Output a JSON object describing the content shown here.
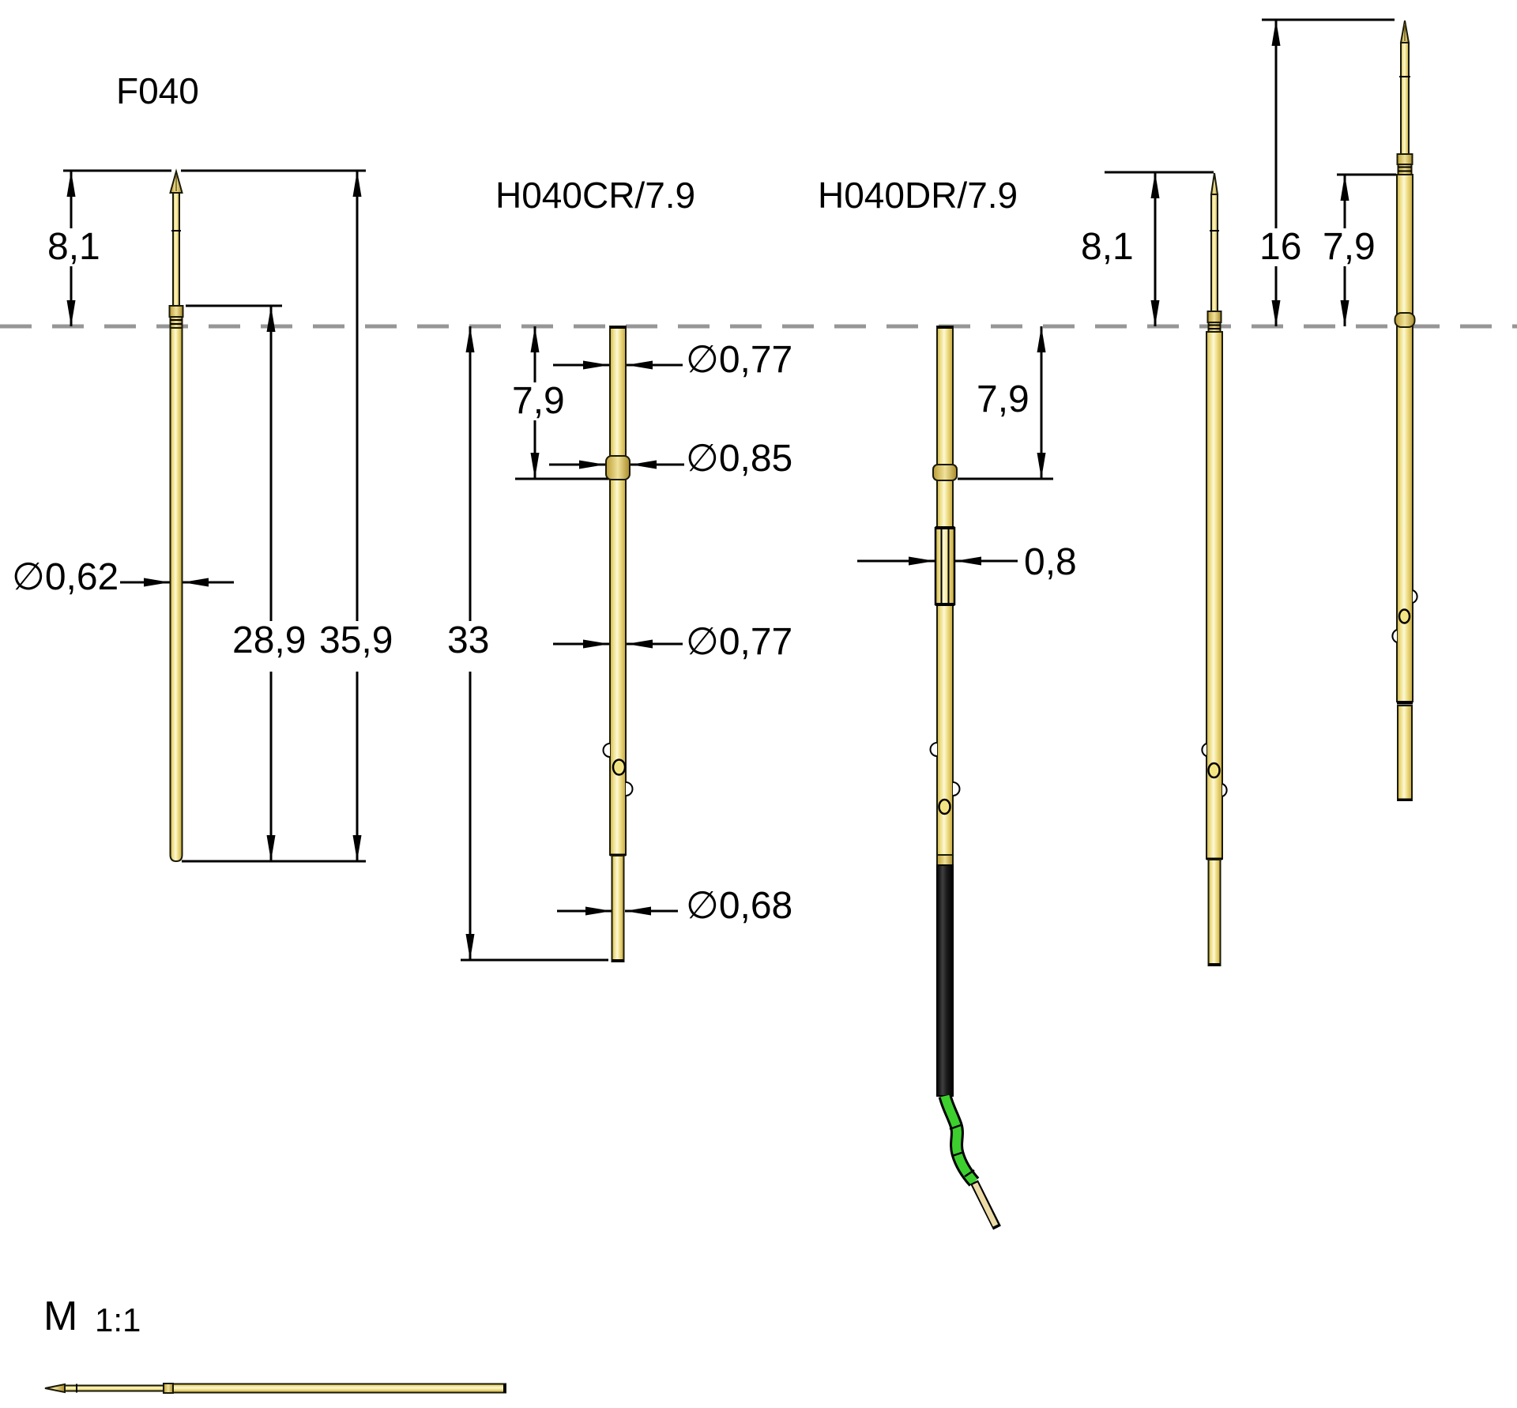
{
  "titles": {
    "probe1": "F040",
    "probe2": "H040CR/7.9",
    "probe3": "H040DR/7.9"
  },
  "scale_note": {
    "prefix": "M",
    "ratio": "1:1"
  },
  "dims": {
    "p1_tip_length": "8,1",
    "p1_diameter": "∅0,62",
    "p1_length_inner": "28,9",
    "p1_length_total": "35,9",
    "p2_length": "33",
    "p2_travel": "7,9",
    "p2_dia_top": "∅0,77",
    "p2_dia_ring": "∅0,85",
    "p2_dia_mid": "∅0,77",
    "p2_dia_tail": "∅0,68",
    "p3_square_width": "0,8",
    "p3_travel": "7,9",
    "p4_tip_length": "8,1",
    "p5_total_above": "16",
    "p5_travel": "7,9"
  },
  "colors": {
    "gold_light": "#fdf8d8",
    "gold_mid": "#ecdc82",
    "gold_dark": "#c9a83e",
    "outline": "#000000",
    "dashed_reference": "#969696",
    "black_sleeve": "#1a1a1a",
    "wire_green": "#3ccf2e",
    "wire_bare": "#ecdba6"
  }
}
